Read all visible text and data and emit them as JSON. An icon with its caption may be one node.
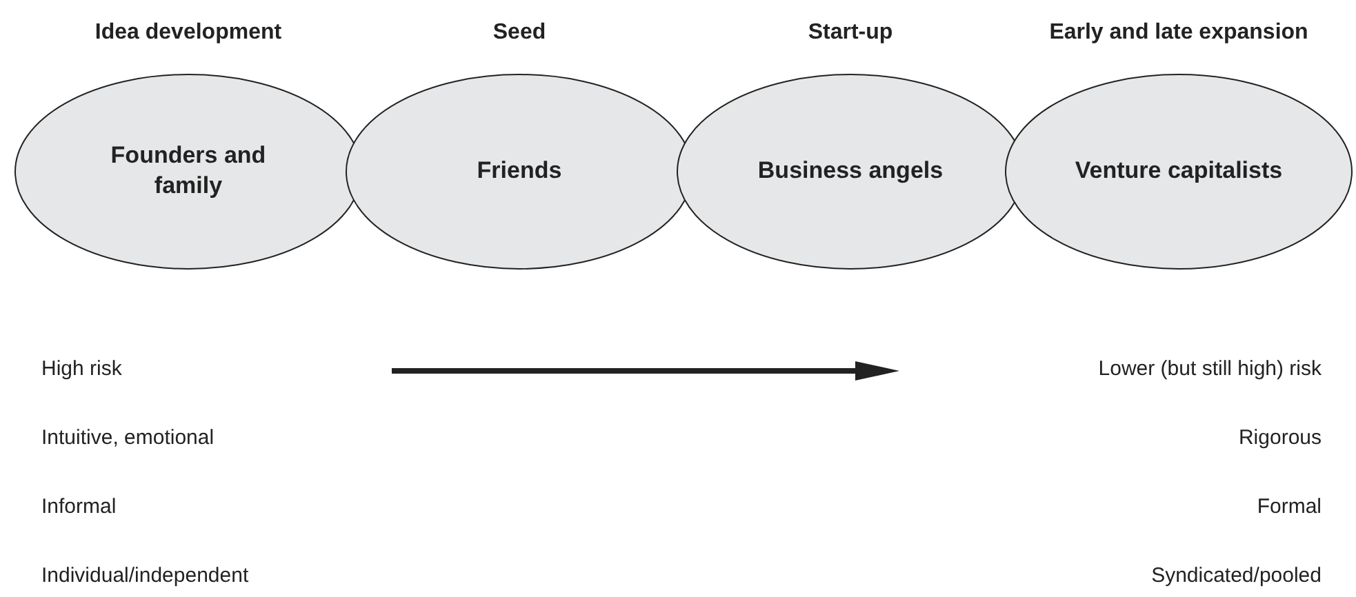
{
  "diagram": {
    "nodes": [
      {
        "text": [
          "Idea development",
          "Founders and family"
        ]
      },
      {
        "text": [
          "Seed",
          "Friends"
        ]
      },
      {
        "text": [
          "Start-up",
          "Business angels"
        ]
      },
      {
        "text": [
          "Early and late expansion",
          "Venture capitalists"
        ]
      }
    ],
    "labels": [
      "High risk",
      "Lower (but still high) risk",
      "Intuitive, emotional",
      "Rigorous",
      "Informal",
      "Formal",
      "Individual/independent",
      "Syndicated/pooled"
    ]
  }
}
